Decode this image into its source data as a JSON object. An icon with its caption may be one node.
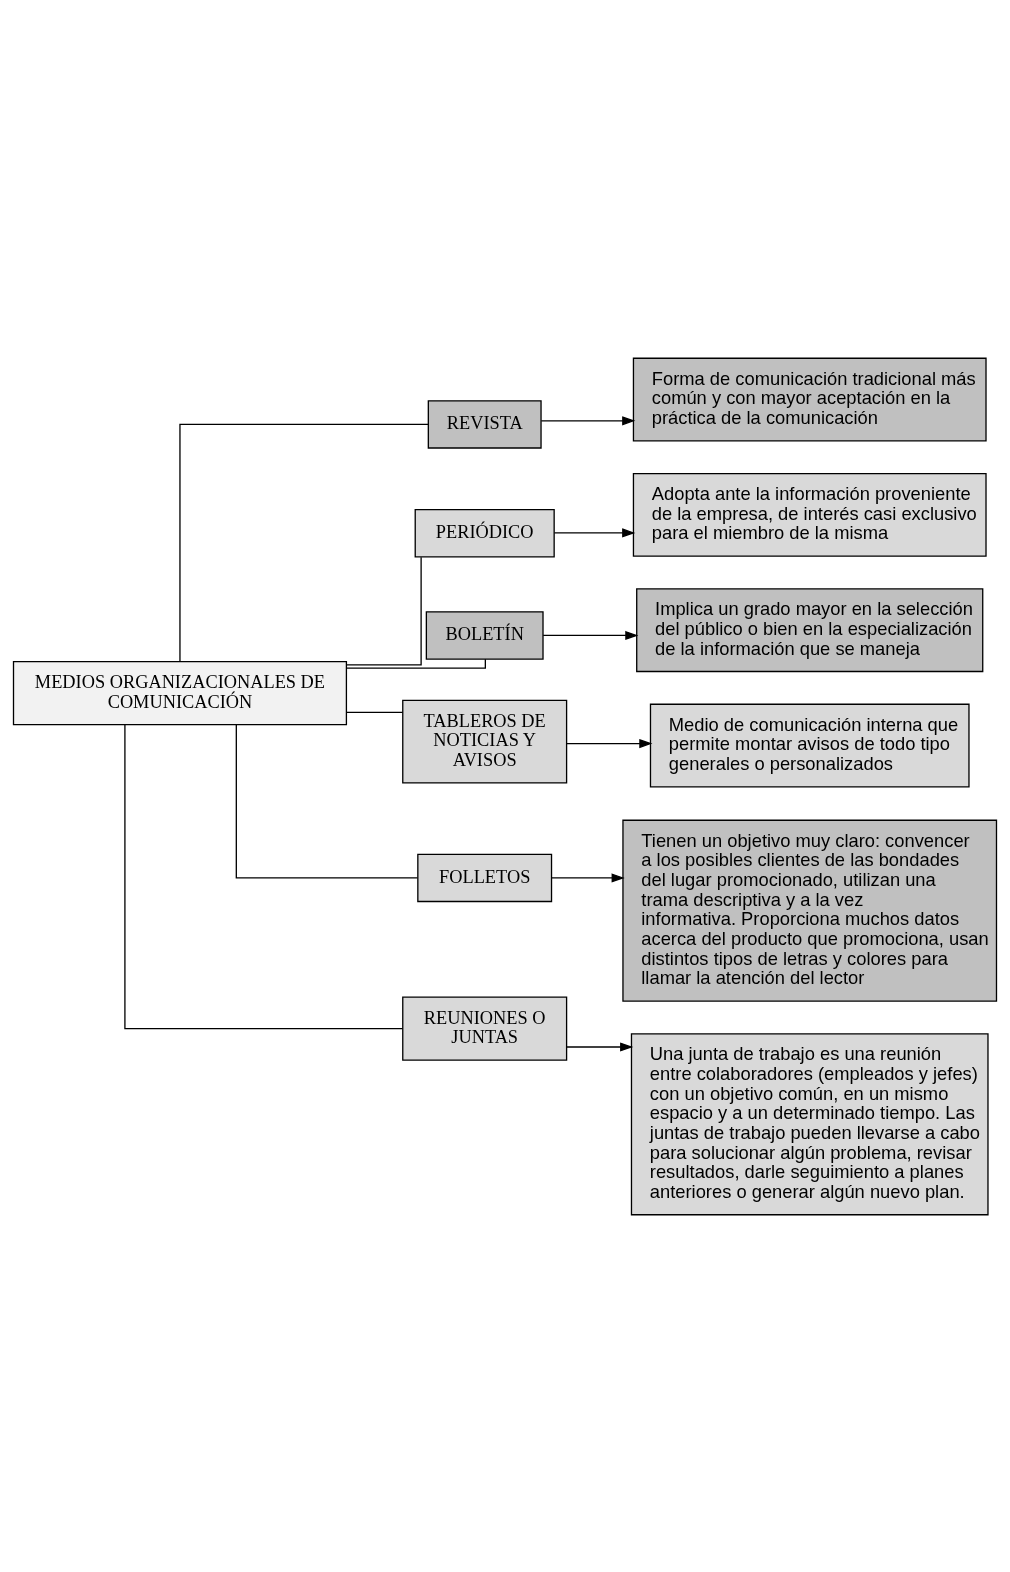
{
  "diagram": {
    "nodes": [
      {
        "text": [
          "MEDIOS ORGANIZACIONALES DE COMUNICACIÓN"
        ]
      },
      {
        "text": [
          "REVISTA"
        ]
      },
      {
        "text": [
          "Forma de comunicación tradicional más común y con mayor aceptación en la práctica de la comunicación"
        ]
      },
      {
        "text": [
          "PERIÓDICO"
        ]
      },
      {
        "text": [
          "Adopta ante la información proveniente de la empresa, de interés casi exclusivo para el miembro de la misma"
        ]
      },
      {
        "text": [
          "BOLETÍN"
        ]
      },
      {
        "text": [
          "Implica un grado mayor en la selección del público o bien en la especialización de la información que se maneja"
        ]
      },
      {
        "text": [
          "TABLEROS DE NOTICIAS Y AVISOS"
        ]
      },
      {
        "text": [
          "Medio de comunicación interna que permite montar avisos de todo tipo generales o personalizados"
        ]
      },
      {
        "text": [
          "FOLLETOS"
        ]
      },
      {
        "text": [
          "Tienen un objetivo muy claro: convencer a los posibles clientes de las bondades del lugar promocionado, utilizan una trama descriptiva y a la vez informativa. Proporciona muchos datos acerca del producto que promociona, usan distintos tipos de letras y colores para llamar la atención del lector"
        ]
      },
      {
        "text": [
          "REUNIONES O JUNTAS"
        ]
      },
      {
        "text": [
          "Una junta de trabajo es una reunión entre colaboradores (empleados y jefes) con un objetivo común, en un mismo espacio y a un determinado tiempo. Las juntas de trabajo pueden llevarse a cabo para solucionar algún problema, revisar resultados, darle seguimiento a planes anteriores o generar algún nuevo plan."
        ]
      }
    ],
    "edges": [
      {
        "from": 0,
        "to": 1,
        "arrow": "none"
      },
      {
        "from": 1,
        "to": 2,
        "arrow": "to"
      },
      {
        "from": 0,
        "to": 3,
        "arrow": "none"
      },
      {
        "from": 3,
        "to": 4,
        "arrow": "to"
      },
      {
        "from": 0,
        "to": 5,
        "arrow": "none"
      },
      {
        "from": 5,
        "to": 6,
        "arrow": "to"
      },
      {
        "from": 0,
        "to": 7,
        "arrow": "none"
      },
      {
        "from": 7,
        "to": 8,
        "arrow": "to"
      },
      {
        "from": 0,
        "to": 9,
        "arrow": "none"
      },
      {
        "from": 9,
        "to": 10,
        "arrow": "to"
      },
      {
        "from": 0,
        "to": 11,
        "arrow": "none"
      },
      {
        "from": 11,
        "to": 12,
        "arrow": "to"
      }
    ]
  }
}
